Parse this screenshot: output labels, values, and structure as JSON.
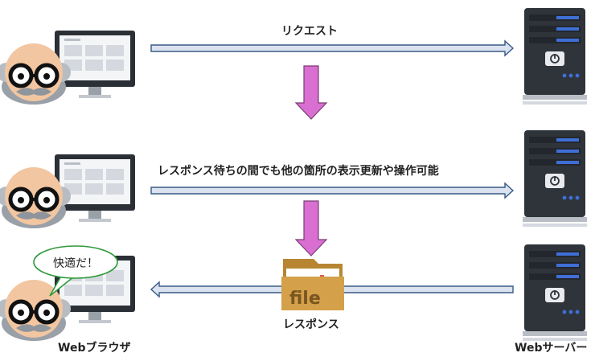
{
  "labels": {
    "request": "リクエスト",
    "async_note": "レスポンス待ちの間でも他の箇所の表示更新や操作可能",
    "response": "レスポンス",
    "browser": "Webブラウザ",
    "server": "Webサーバー",
    "bubble": "快適だ！",
    "file": "file"
  },
  "colors": {
    "arrow_fill": "#dbe3f0",
    "arrow_stroke": "#3a5a86",
    "down_arrow": "#d96fd0",
    "down_arrow_stroke": "#7a3c75",
    "server_body": "#2f343b",
    "server_led": "#3f6fd6",
    "folder": "#d4a04a",
    "folder_dark": "#b88632",
    "monitor": "#2b2f36"
  },
  "icons": {
    "user": "old-man-glasses-icon",
    "monitor": "monitor-icon",
    "server": "server-icon",
    "folder": "file-folder-icon"
  }
}
